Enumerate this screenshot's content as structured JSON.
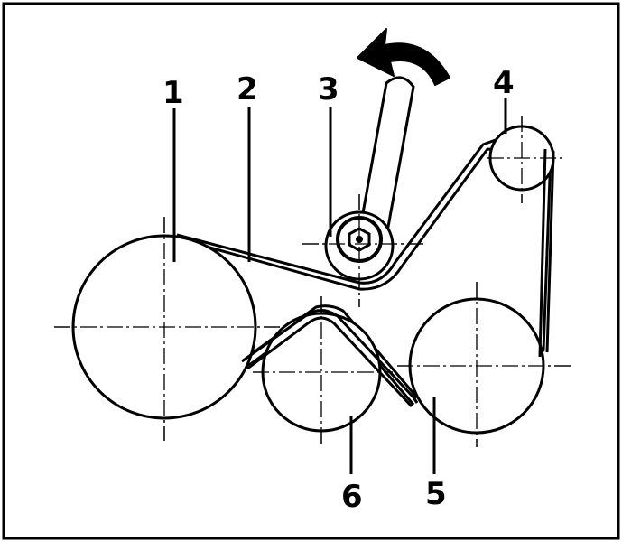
{
  "labels": {
    "l1": "1",
    "l2": "2",
    "l3": "3",
    "l4": "4",
    "l5": "5",
    "l6": "6"
  },
  "colors": {
    "ink": "#000000",
    "paper": "#ffffff"
  },
  "icons": {
    "rotation": "curved-arrow-counterclockwise-icon"
  }
}
